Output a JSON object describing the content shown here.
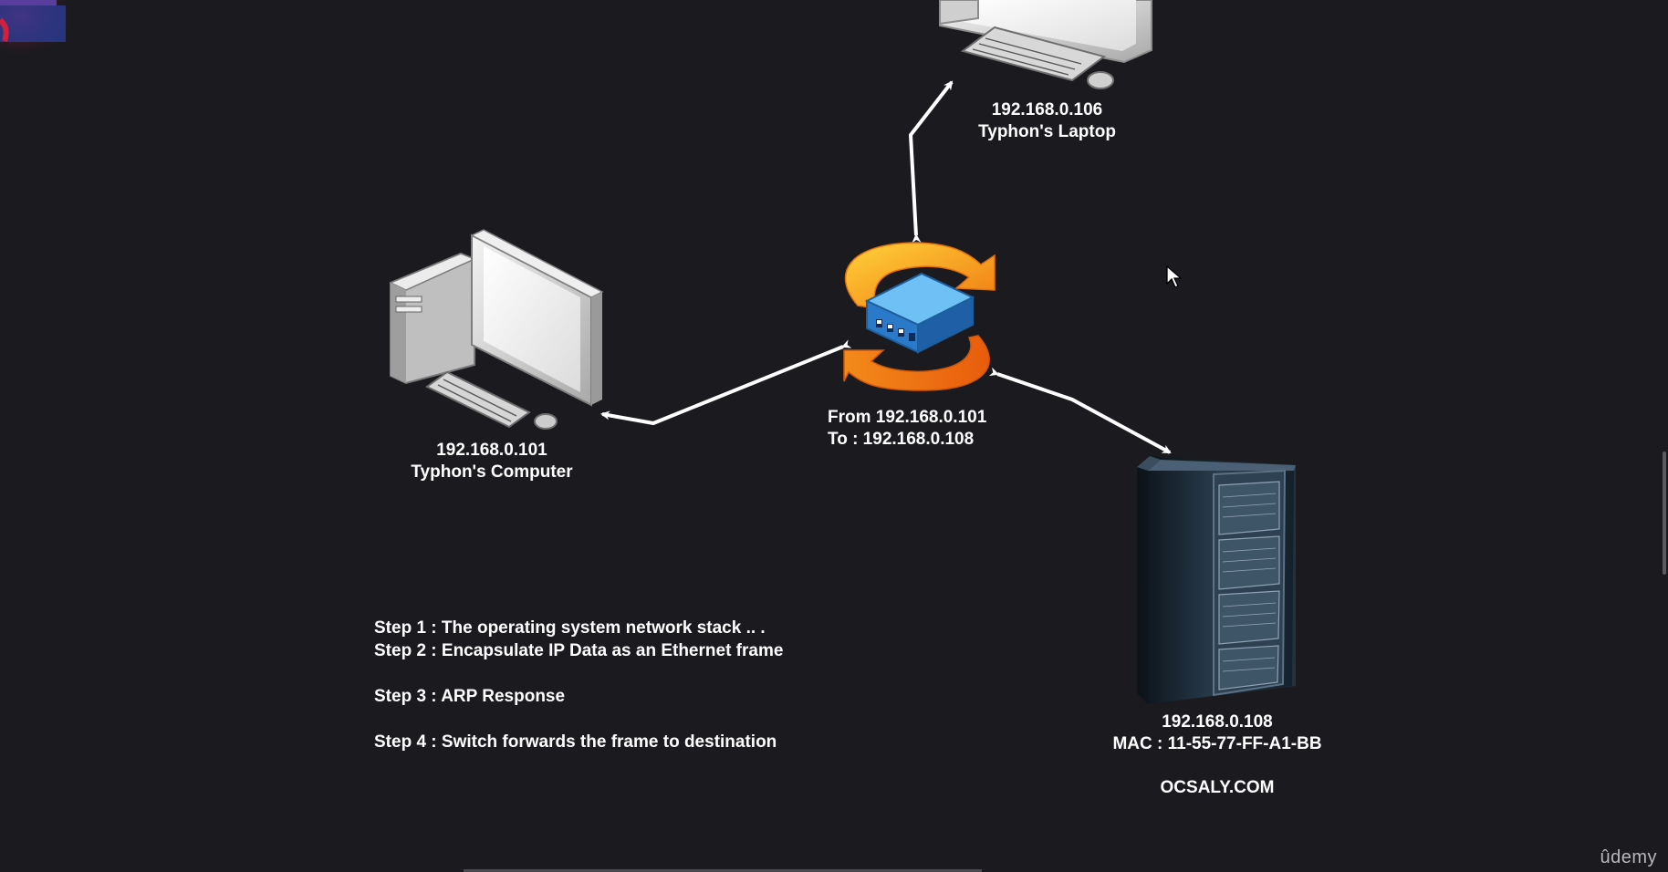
{
  "diagram": {
    "nodes": {
      "laptop": {
        "ip": "192.168.0.106",
        "name": "Typhon's Laptop"
      },
      "computer": {
        "ip": "192.168.0.101",
        "name": "Typhon's Computer"
      },
      "switch": {
        "from": "From 192.168.0.101",
        "to": "To : 192.168.0.108"
      },
      "server": {
        "ip": "192.168.0.108",
        "mac": "MAC : 11-55-77-FF-A1-BB",
        "site": "OCSALY.COM"
      }
    },
    "steps": [
      "Step 1 : The operating system network stack .. .",
      "Step 2 : Encapsulate IP Data as an Ethernet frame",
      "Step 3 :  ARP Response",
      "Step 4 : Switch forwards the frame to destination"
    ],
    "colors": {
      "background": "#1b1a1f",
      "arrow": "#ffffff",
      "switch_body": "#2f8fe0",
      "cycle_orange": "#f39a1c",
      "server_body": "#1d2a36"
    }
  },
  "branding": {
    "logo": "ûdemy"
  }
}
